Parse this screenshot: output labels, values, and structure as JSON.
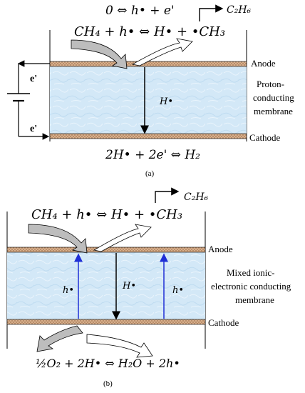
{
  "panel_a": {
    "eq_top": "0 ⇔ h• + e'",
    "eq_product": "C₂H₆",
    "eq_main": "CH₄ + h• ⇔ H• + •CH₃",
    "label_anode": "Anode",
    "label_membrane_line1": "Proton-",
    "label_membrane_line2": "conducting",
    "label_membrane_line3": "membrane",
    "label_cathode": "Cathode",
    "label_species": "H•",
    "electron_top": "e'",
    "electron_bottom": "e'",
    "eq_bottom": "2H• + 2e' ⇔ H₂",
    "caption": "(a)"
  },
  "panel_b": {
    "eq_product": "C₂H₆",
    "eq_main": "CH₄ + h• ⇔ H• + •CH₃",
    "label_anode": "Anode",
    "label_membrane_line1": "Mixed ionic-",
    "label_membrane_line2": "electronic conducting",
    "label_membrane_line3": "membrane",
    "label_cathode": "Cathode",
    "label_h_left": "h•",
    "label_H_center": "H•",
    "label_h_right": "h•",
    "eq_bottom": "½O₂ + 2H• ⇔ H₂O + 2h•",
    "caption": "(b)"
  },
  "colors": {
    "membrane_fill": "#d3e8f7",
    "electrode_fill": "#d8b08c",
    "arrow_gray": "#bdbdbd",
    "blue_arrow": "#1f2fd6"
  }
}
